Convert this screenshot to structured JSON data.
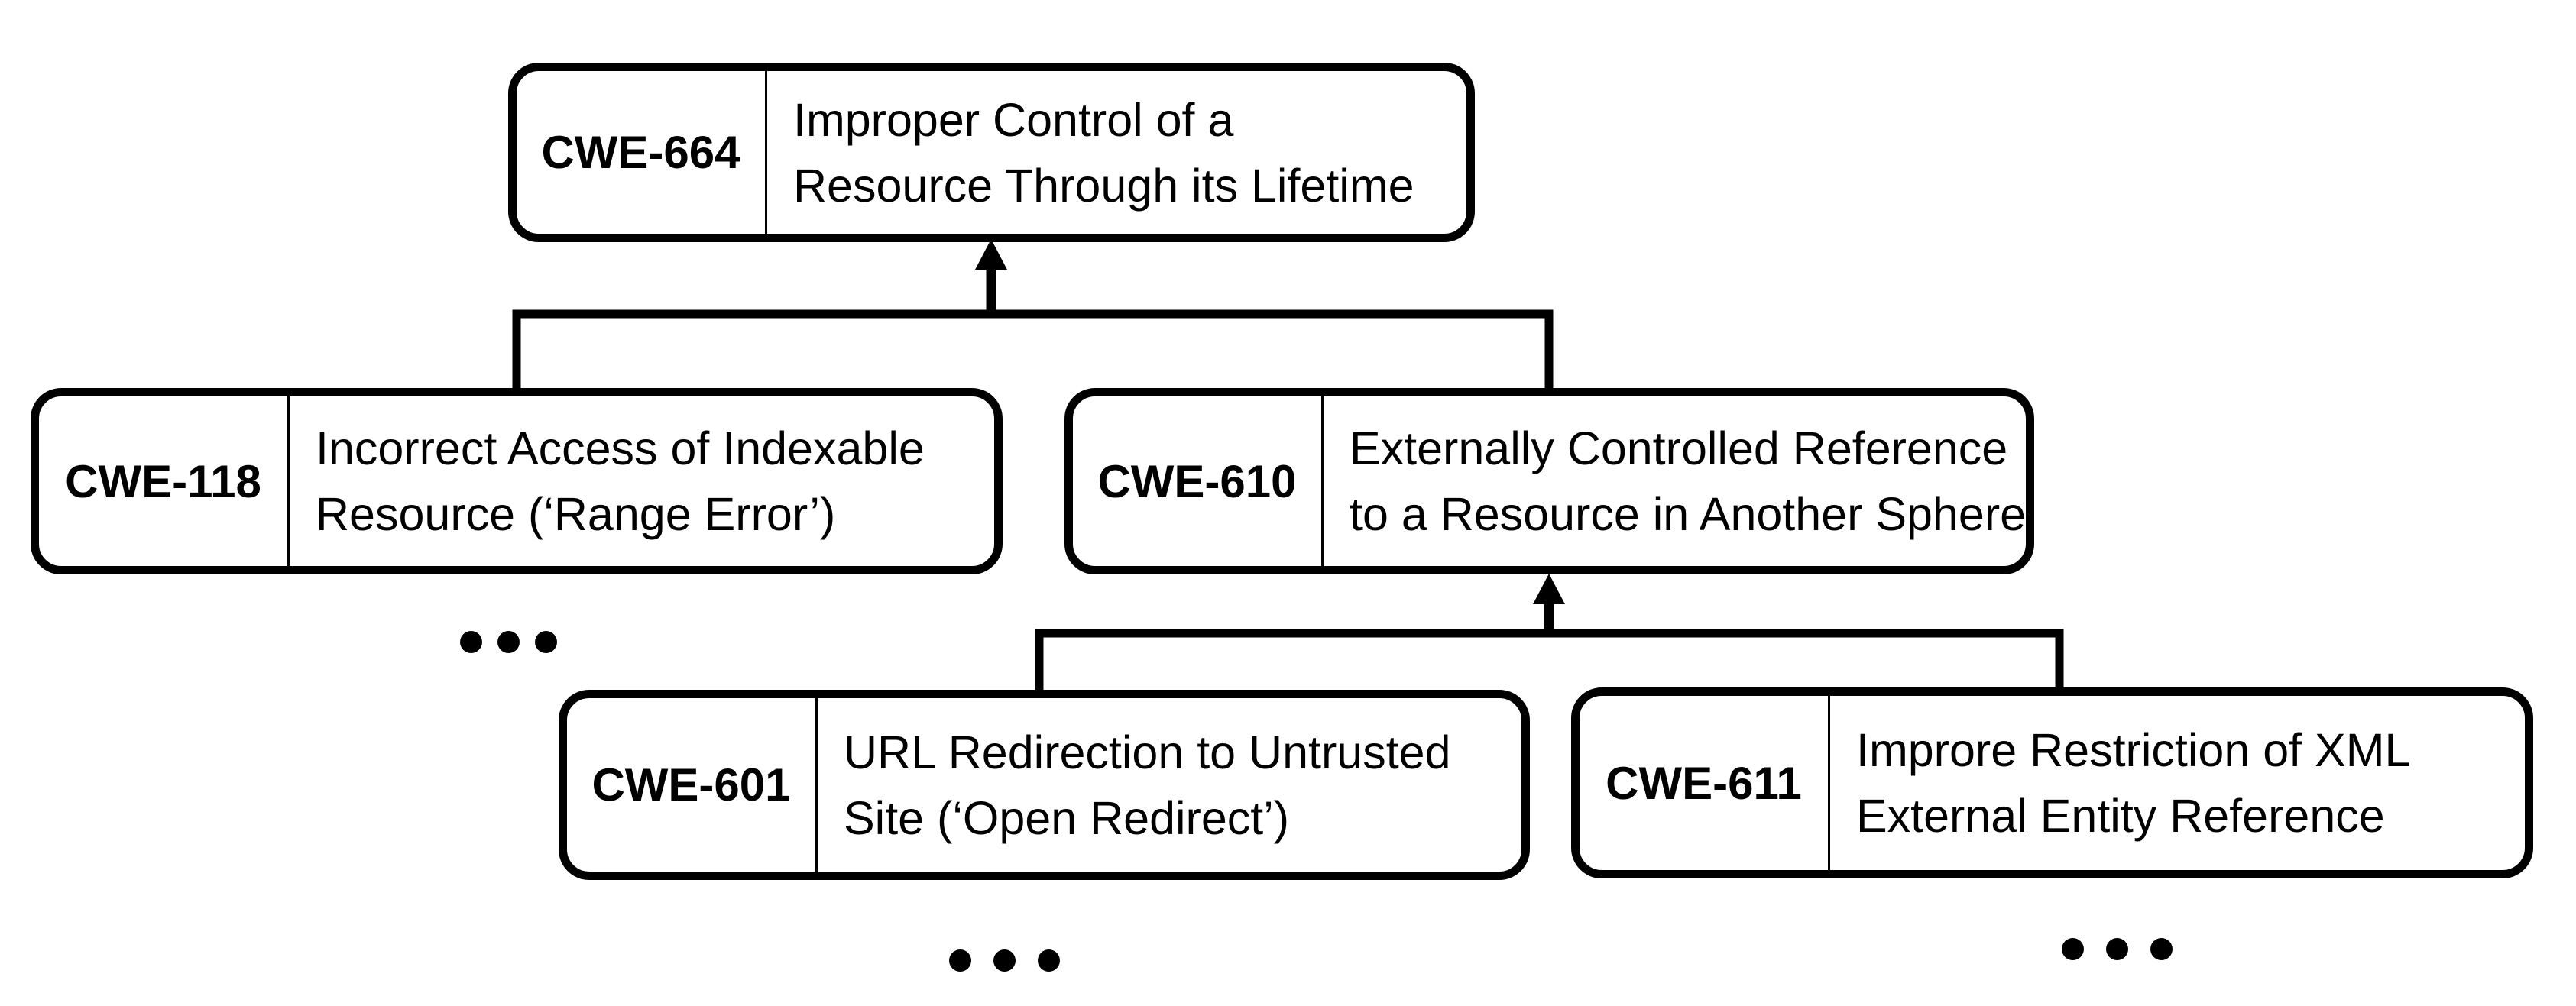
{
  "colors": {
    "background": "#ffffff",
    "stroke": "#000000",
    "text": "#000000"
  },
  "diagram": {
    "type": "hierarchy-tree",
    "nodes": [
      {
        "id": "CWE-664",
        "line1": "Improper Control of a",
        "line2": "Resource Through its Lifetime"
      },
      {
        "id": "CWE-118",
        "line1": "Incorrect Access of Indexable",
        "line2": "Resource (‘Range Error’)"
      },
      {
        "id": "CWE-610",
        "line1": "Externally Controlled Reference",
        "line2": "to a Resource in Another Sphere"
      },
      {
        "id": "CWE-601",
        "line1": "URL Redirection to Untrusted",
        "line2": "Site (‘Open Redirect’)"
      },
      {
        "id": "CWE-611",
        "line1": "Improre Restriction of XML",
        "line2": "External Entity Reference"
      }
    ],
    "edges": [
      {
        "from": "CWE-118",
        "to": "CWE-664",
        "style": "arrow-up"
      },
      {
        "from": "CWE-610",
        "to": "CWE-664",
        "style": "arrow-up"
      },
      {
        "from": "CWE-601",
        "to": "CWE-610",
        "style": "arrow-up"
      },
      {
        "from": "CWE-611",
        "to": "CWE-610",
        "style": "arrow-up"
      }
    ],
    "ellipsis_markers": [
      {
        "below": "CWE-118"
      },
      {
        "below": "CWE-601"
      },
      {
        "below": "CWE-611"
      }
    ]
  }
}
